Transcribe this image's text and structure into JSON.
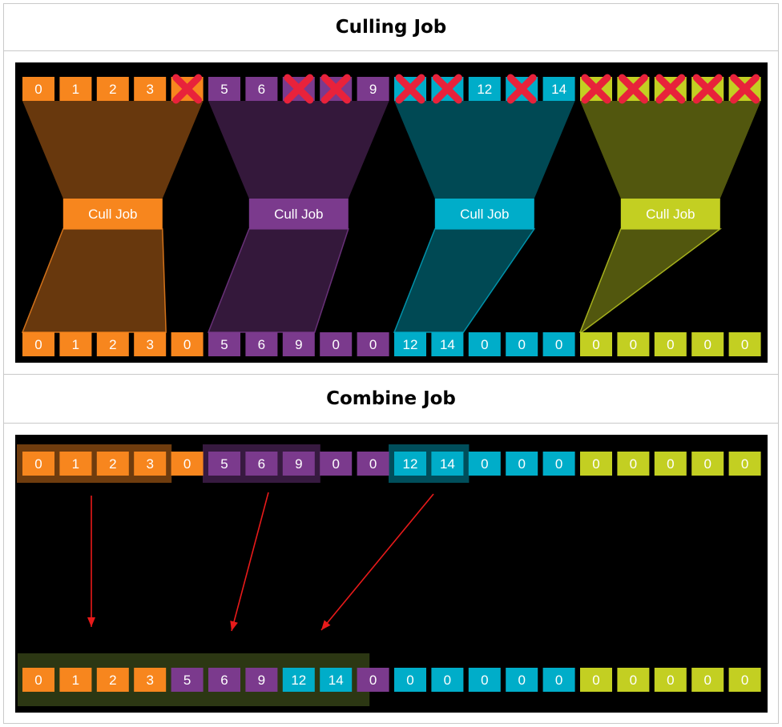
{
  "headings": {
    "culling": "Culling Job",
    "combine": "Combine Job"
  },
  "colors": {
    "orange": "#F7861E",
    "purple": "#7B3A8D",
    "cyan": "#00ADC9",
    "lime": "#C3CF22",
    "cross": "#E8223B",
    "arrow": "#E81A1A"
  },
  "culling": {
    "input_row": [
      {
        "label": "0",
        "color": "orange"
      },
      {
        "label": "1",
        "color": "orange"
      },
      {
        "label": "2",
        "color": "orange"
      },
      {
        "label": "3",
        "color": "orange"
      },
      {
        "label": "",
        "color": "orange",
        "culled": true
      },
      {
        "label": "5",
        "color": "purple"
      },
      {
        "label": "6",
        "color": "purple"
      },
      {
        "label": "",
        "color": "purple",
        "culled": true
      },
      {
        "label": "",
        "color": "purple",
        "culled": true
      },
      {
        "label": "9",
        "color": "purple"
      },
      {
        "label": "",
        "color": "cyan",
        "culled": true
      },
      {
        "label": "",
        "color": "cyan",
        "culled": true
      },
      {
        "label": "12",
        "color": "cyan"
      },
      {
        "label": "",
        "color": "cyan",
        "culled": true
      },
      {
        "label": "14",
        "color": "cyan"
      },
      {
        "label": "",
        "color": "lime",
        "culled": true
      },
      {
        "label": "",
        "color": "lime",
        "culled": true
      },
      {
        "label": "",
        "color": "lime",
        "culled": true
      },
      {
        "label": "",
        "color": "lime",
        "culled": true
      },
      {
        "label": "",
        "color": "lime",
        "culled": true
      }
    ],
    "jobs": [
      {
        "label": "Cull Job",
        "color": "orange",
        "kept": 4
      },
      {
        "label": "Cull Job",
        "color": "purple",
        "kept": 3
      },
      {
        "label": "Cull Job",
        "color": "cyan",
        "kept": 2
      },
      {
        "label": "Cull Job",
        "color": "lime",
        "kept": 0
      }
    ],
    "output_row": [
      {
        "label": "0",
        "color": "orange"
      },
      {
        "label": "1",
        "color": "orange"
      },
      {
        "label": "2",
        "color": "orange"
      },
      {
        "label": "3",
        "color": "orange"
      },
      {
        "label": "0",
        "color": "orange"
      },
      {
        "label": "5",
        "color": "purple"
      },
      {
        "label": "6",
        "color": "purple"
      },
      {
        "label": "9",
        "color": "purple"
      },
      {
        "label": "0",
        "color": "purple"
      },
      {
        "label": "0",
        "color": "purple"
      },
      {
        "label": "12",
        "color": "cyan"
      },
      {
        "label": "14",
        "color": "cyan"
      },
      {
        "label": "0",
        "color": "cyan"
      },
      {
        "label": "0",
        "color": "cyan"
      },
      {
        "label": "0",
        "color": "cyan"
      },
      {
        "label": "0",
        "color": "lime"
      },
      {
        "label": "0",
        "color": "lime"
      },
      {
        "label": "0",
        "color": "lime"
      },
      {
        "label": "0",
        "color": "lime"
      },
      {
        "label": "0",
        "color": "lime"
      }
    ]
  },
  "combine": {
    "input_row": [
      {
        "label": "0",
        "color": "orange"
      },
      {
        "label": "1",
        "color": "orange"
      },
      {
        "label": "2",
        "color": "orange"
      },
      {
        "label": "3",
        "color": "orange"
      },
      {
        "label": "0",
        "color": "orange"
      },
      {
        "label": "5",
        "color": "purple"
      },
      {
        "label": "6",
        "color": "purple"
      },
      {
        "label": "9",
        "color": "purple"
      },
      {
        "label": "0",
        "color": "purple"
      },
      {
        "label": "0",
        "color": "purple"
      },
      {
        "label": "12",
        "color": "cyan"
      },
      {
        "label": "14",
        "color": "cyan"
      },
      {
        "label": "0",
        "color": "cyan"
      },
      {
        "label": "0",
        "color": "cyan"
      },
      {
        "label": "0",
        "color": "cyan"
      },
      {
        "label": "0",
        "color": "lime"
      },
      {
        "label": "0",
        "color": "lime"
      },
      {
        "label": "0",
        "color": "lime"
      },
      {
        "label": "0",
        "color": "lime"
      },
      {
        "label": "0",
        "color": "lime"
      }
    ],
    "groups": [
      {
        "color": "orange",
        "count": 4
      },
      {
        "color": "purple",
        "count": 3
      },
      {
        "color": "cyan",
        "count": 2
      }
    ],
    "output_row": [
      {
        "label": "0",
        "color": "orange"
      },
      {
        "label": "1",
        "color": "orange"
      },
      {
        "label": "2",
        "color": "orange"
      },
      {
        "label": "3",
        "color": "orange"
      },
      {
        "label": "5",
        "color": "purple"
      },
      {
        "label": "6",
        "color": "purple"
      },
      {
        "label": "9",
        "color": "purple"
      },
      {
        "label": "12",
        "color": "cyan"
      },
      {
        "label": "14",
        "color": "cyan"
      },
      {
        "label": "0",
        "color": "purple"
      },
      {
        "label": "0",
        "color": "cyan"
      },
      {
        "label": "0",
        "color": "cyan"
      },
      {
        "label": "0",
        "color": "cyan"
      },
      {
        "label": "0",
        "color": "cyan"
      },
      {
        "label": "0",
        "color": "cyan"
      },
      {
        "label": "0",
        "color": "lime"
      },
      {
        "label": "0",
        "color": "lime"
      },
      {
        "label": "0",
        "color": "lime"
      },
      {
        "label": "0",
        "color": "lime"
      },
      {
        "label": "0",
        "color": "lime"
      }
    ],
    "combined_count": 9
  }
}
